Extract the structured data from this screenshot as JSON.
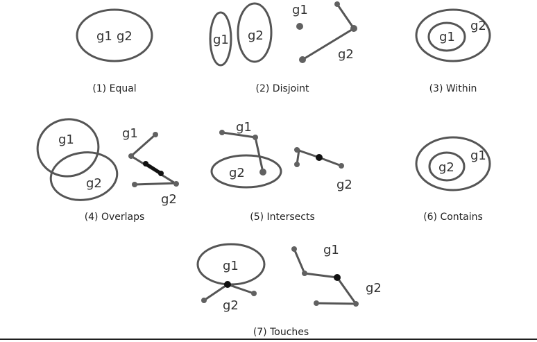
{
  "geometry_labels": {
    "g1": "g1",
    "g2": "g2"
  },
  "captions": {
    "equal": "(1) Equal",
    "disjoint": "(2) Disjoint",
    "within": "(3) Within",
    "overlaps": "(4) Overlaps",
    "intersects": "(5) Intersects",
    "contains": "(6) Contains",
    "touches": "(7) Touches"
  },
  "colors": {
    "stroke": "#555555",
    "point": "#616161",
    "highlight": "#111111"
  }
}
